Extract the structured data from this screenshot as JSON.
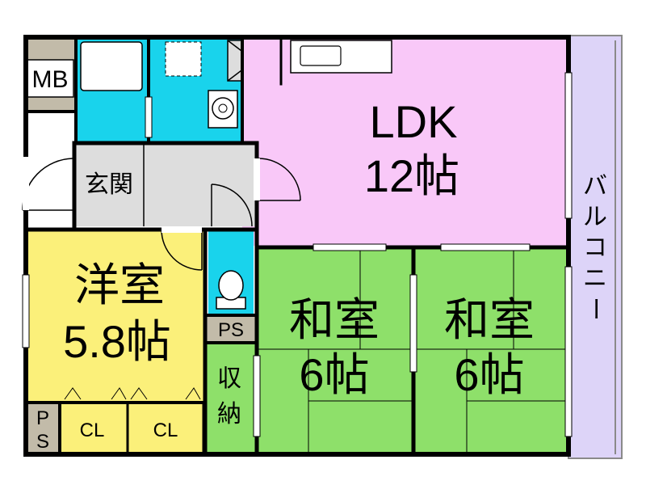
{
  "colors": {
    "ldk": "#f9c8f8",
    "western": "#fbf07a",
    "washitsu": "#8ee06a",
    "storage": "#8ee06a",
    "water": "#19d3ec",
    "entrance": "#dddddd",
    "mb": "#c2bba9",
    "balcony": "#ddd4f8",
    "wall": "#000000"
  },
  "rooms": {
    "ldk": {
      "name": "LDK",
      "size": "12帖"
    },
    "western": {
      "name": "洋室",
      "size": "5.8帖"
    },
    "washitsu_left": {
      "name": "和室",
      "size": "6帖"
    },
    "washitsu_right": {
      "name": "和室",
      "size": "6帖"
    },
    "entrance": {
      "name": "玄関"
    },
    "mb": {
      "name": "MB"
    },
    "ps_small": {
      "name": "PS"
    },
    "ps_left": {
      "line1": "P",
      "line2": "S"
    },
    "storage": {
      "line1": "収",
      "line2": "納"
    },
    "closet_left": {
      "name": "CL"
    },
    "closet_right": {
      "name": "CL"
    },
    "balcony": {
      "chars": [
        "バ",
        "ル",
        "コ",
        "ニ",
        "ー"
      ]
    }
  }
}
